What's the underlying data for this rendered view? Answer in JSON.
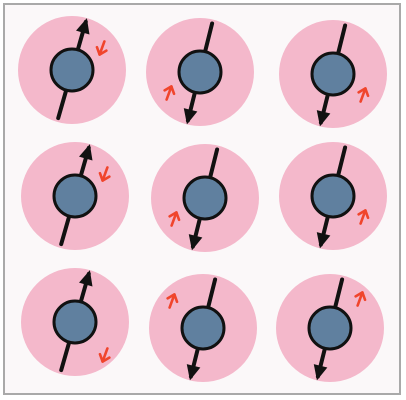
{
  "diagram": {
    "colors": {
      "background": "#fbf8f9",
      "frame_border": "#a9a9a9",
      "disk": "#f4b8cb",
      "core": "#60809f",
      "core_outline": "#111111",
      "spin_arrow": "#111111",
      "small_arrow": "#f0452c"
    },
    "cells": [
      {
        "row": 1,
        "col": 1,
        "spin": "up",
        "small_arrow": "down"
      },
      {
        "row": 1,
        "col": 2,
        "spin": "down",
        "small_arrow": "up"
      },
      {
        "row": 1,
        "col": 3,
        "spin": "down",
        "small_arrow": "up"
      },
      {
        "row": 2,
        "col": 1,
        "spin": "up",
        "small_arrow": "down"
      },
      {
        "row": 2,
        "col": 2,
        "spin": "down",
        "small_arrow": "up"
      },
      {
        "row": 2,
        "col": 3,
        "spin": "down",
        "small_arrow": "up"
      },
      {
        "row": 3,
        "col": 1,
        "spin": "up",
        "small_arrow": "down"
      },
      {
        "row": 3,
        "col": 2,
        "spin": "down",
        "small_arrow": "up"
      },
      {
        "row": 3,
        "col": 3,
        "spin": "down",
        "small_arrow": "up"
      }
    ]
  }
}
